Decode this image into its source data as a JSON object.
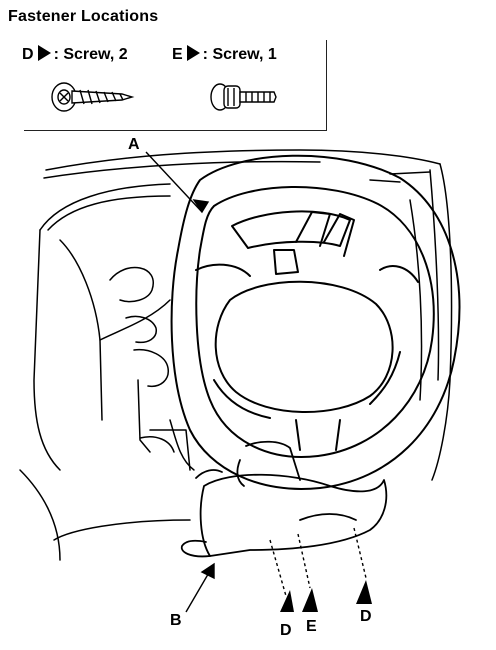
{
  "title": "Fastener Locations",
  "legend": [
    {
      "code": "D",
      "text": ": Screw, 2"
    },
    {
      "code": "E",
      "text": ": Screw, 1"
    }
  ],
  "callouts": {
    "a": "A",
    "b": "B",
    "d_left": "D",
    "e": "E",
    "d_right": "D"
  }
}
